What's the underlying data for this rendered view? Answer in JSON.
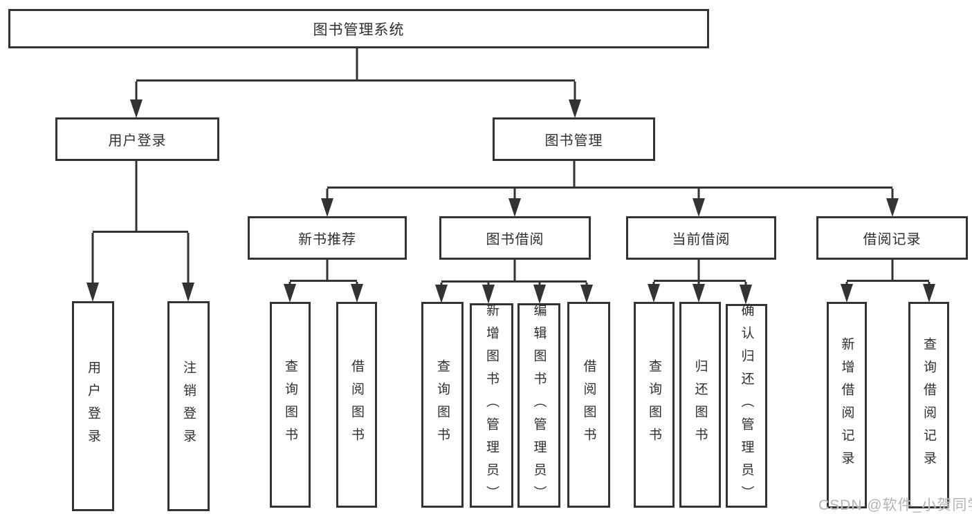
{
  "tree": {
    "root": {
      "label": "图书管理系统"
    },
    "branches": [
      {
        "label": "用户登录",
        "leaves": [
          {
            "label": "用户登录"
          },
          {
            "label": "注销登录"
          }
        ]
      },
      {
        "label": "图书管理",
        "groups": [
          {
            "label": "新书推荐",
            "leaves": [
              {
                "label": "查询图书"
              },
              {
                "label": "借阅图书"
              }
            ]
          },
          {
            "label": "图书借阅",
            "leaves": [
              {
                "label": "查询图书"
              },
              {
                "label": "新增图书（管理员）"
              },
              {
                "label": "编辑图书（管理员）"
              },
              {
                "label": "借阅图书"
              }
            ]
          },
          {
            "label": "当前借阅",
            "leaves": [
              {
                "label": "查询图书"
              },
              {
                "label": "归还图书"
              },
              {
                "label": "确认归还（管理员）"
              }
            ]
          },
          {
            "label": "借阅记录",
            "leaves": [
              {
                "label": "新增借阅记录"
              },
              {
                "label": "查询借阅记录"
              }
            ]
          }
        ]
      }
    ]
  },
  "watermark": {
    "text": "CSDN @软件_小贺同学"
  },
  "colors": {
    "line": "#333333",
    "text": "#2f2f2f",
    "watermark": "#b3b3b3",
    "background": "#ffffff"
  }
}
